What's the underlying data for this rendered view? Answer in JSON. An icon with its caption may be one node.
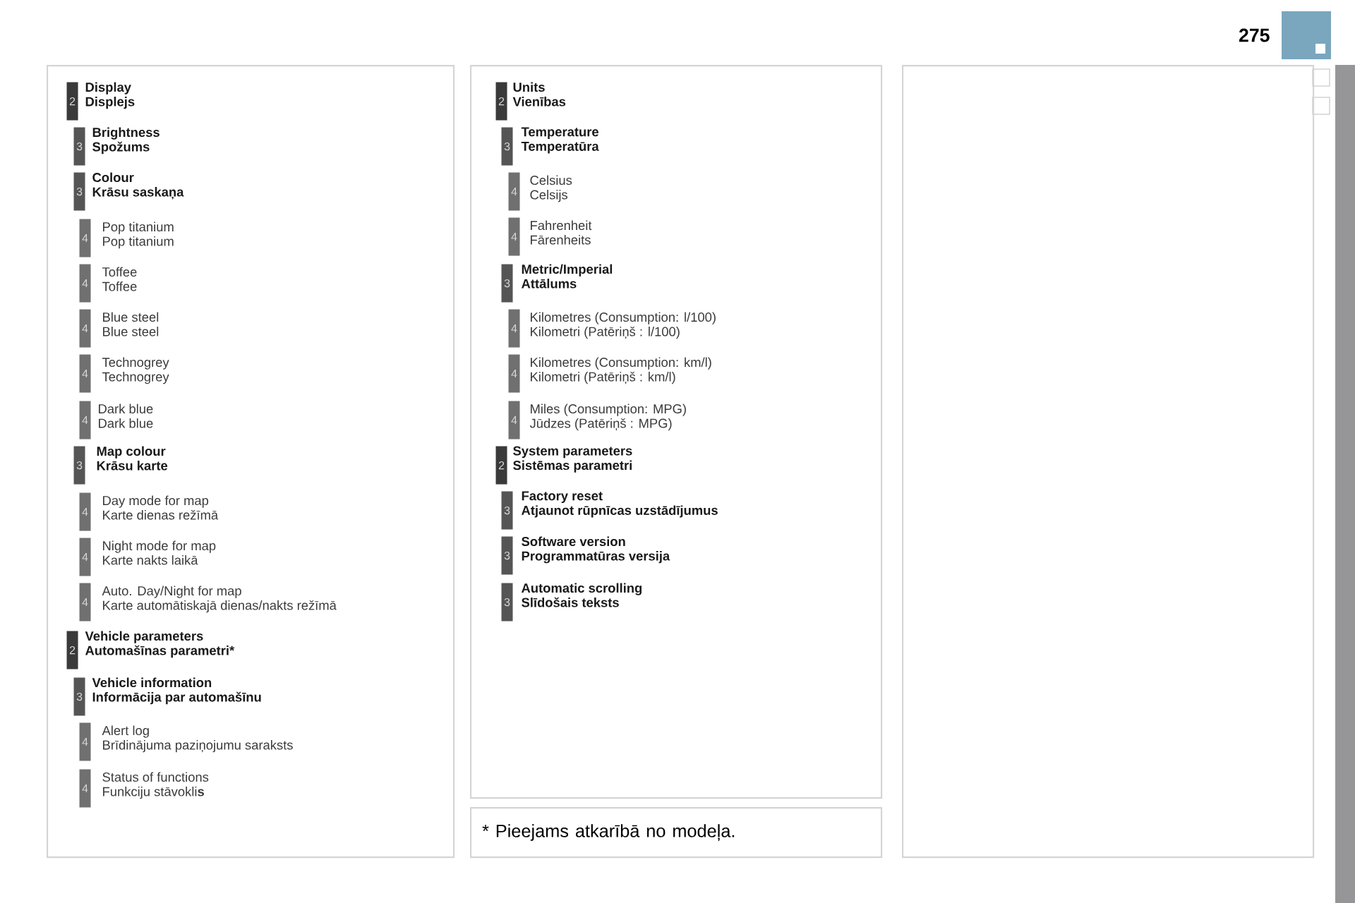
{
  "diagram": {
    "nodes": [
      {
        "text": [],
        "shape": "box"
      },
      {
        "text": [
          "Display",
          "Displejs"
        ],
        "beside": [
          "2"
        ],
        "in": 0
      },
      {
        "text": [
          "Brightness",
          "Spožums"
        ],
        "beside": [
          "3"
        ],
        "in": 0
      },
      {
        "text": [
          "Colour",
          "Krāsu saskaņa"
        ],
        "beside": [
          "3"
        ],
        "in": 0
      },
      {
        "text": [
          "Pop titanium",
          "Pop titanium"
        ],
        "beside": [
          "4"
        ],
        "in": 0
      },
      {
        "text": [
          "Toffee",
          "Toffee"
        ],
        "beside": [
          "4"
        ],
        "in": 0
      },
      {
        "text": [
          "Blue steel",
          "Blue steel"
        ],
        "beside": [
          "4"
        ],
        "in": 0
      },
      {
        "text": [
          "Technogrey",
          "Technogrey"
        ],
        "beside": [
          "4"
        ],
        "in": 0
      },
      {
        "text": [
          "Dark blue",
          "Dark blue"
        ],
        "beside": [
          "4"
        ],
        "in": 0
      },
      {
        "text": [
          "Map colour",
          "Krāsu karte"
        ],
        "beside": [
          "3"
        ],
        "in": 0
      },
      {
        "text": [
          "Day mode for map",
          "Karte dienas režīmā"
        ],
        "beside": [
          "4"
        ],
        "in": 0
      },
      {
        "text": [
          "Night mode for map",
          "Karte nakts laikā"
        ],
        "beside": [
          "4"
        ],
        "in": 0
      },
      {
        "text": [
          "Auto. Day/Night for map",
          "Karte automātiskajā dienas/nakts režīmā"
        ],
        "beside": [
          "4"
        ],
        "in": 0
      },
      {
        "text": [
          "Vehicle parameters",
          "Automašīnas parametri*"
        ],
        "beside": [
          "2"
        ],
        "in": 0
      },
      {
        "text": [
          "Vehicle information",
          "Informācija par automašīnu"
        ],
        "beside": [
          "3"
        ],
        "in": 0
      },
      {
        "text": [
          "Alert log",
          "Brīdinājuma paziņojumu saraksts"
        ],
        "beside": [
          "4"
        ],
        "in": 0
      },
      {
        "text": [
          "Status of functions",
          "Funkciju stāvokli**s**"
        ],
        "beside": [
          "4"
        ],
        "in": 0
      },
      {
        "text": [],
        "shape": "box"
      },
      {
        "text": [
          "Units",
          "Vienības"
        ],
        "beside": [
          "2"
        ],
        "in": 17
      },
      {
        "text": [
          "Temperature",
          "Temperatūra"
        ],
        "beside": [
          "3"
        ],
        "in": 17
      },
      {
        "text": [
          "Celsius",
          "Celsijs"
        ],
        "beside": [
          "4"
        ],
        "in": 17
      },
      {
        "text": [
          "Fahrenheit",
          "Fārenheits"
        ],
        "beside": [
          "4"
        ],
        "in": 17
      },
      {
        "text": [
          "Metric/Imperial",
          "Attālums"
        ],
        "beside": [
          "3"
        ],
        "in": 17
      },
      {
        "text": [
          "Kilometres (Consumption: l/100)",
          "Kilometri (Patēriņš : l/100)"
        ],
        "beside": [
          "4"
        ],
        "in": 17
      },
      {
        "text": [
          "Kilometres (Consumption: km/l)",
          "Kilometri (Patēriņš : km/l)"
        ],
        "beside": [
          "4"
        ],
        "in": 17
      },
      {
        "text": [
          "Miles (Consumption: MPG)",
          "Jūdzes (Patēriņš : MPG)"
        ],
        "beside": [
          "4"
        ],
        "in": 17
      },
      {
        "text": [
          "System parameters",
          "Sistēmas parametri"
        ],
        "beside": [
          "2"
        ],
        "in": 17
      },
      {
        "text": [
          "Factory reset",
          "Atjaunot rūpnīcas uzstādījumus"
        ],
        "beside": [
          "3"
        ],
        "in": 17
      },
      {
        "text": [
          "Software version",
          "Programmatūras versija"
        ],
        "beside": [
          "3"
        ],
        "in": 17
      },
      {
        "text": [
          "Automatic scrolling",
          "Slīdošais teksts"
        ],
        "beside": [
          "3"
        ],
        "in": 17
      },
      {
        "text": [
          "* Pieejams atkarībā no modeļa."
        ]
      },
      {
        "text": [],
        "shape": "box"
      }
    ],
    "labels": [
      "275"
    ]
  }
}
